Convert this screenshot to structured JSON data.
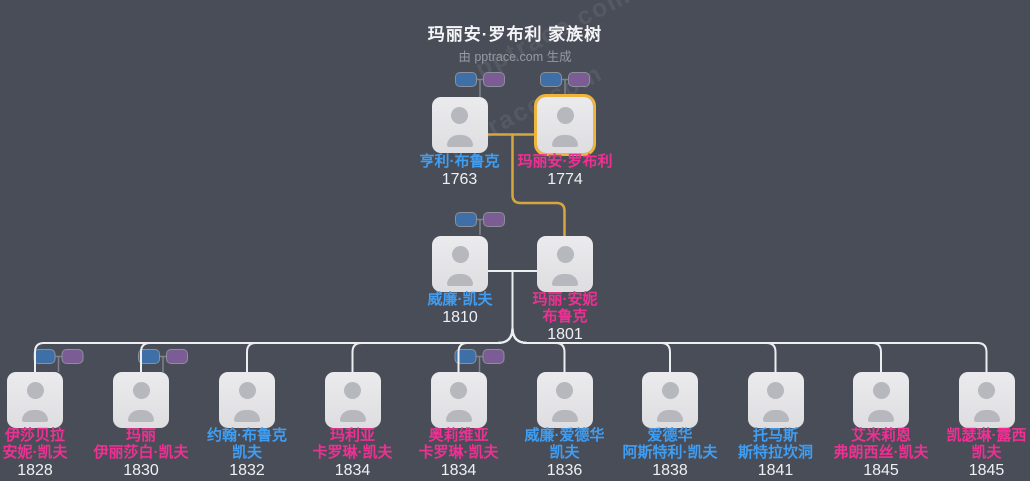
{
  "header": {
    "title": "玛丽安·罗布利 家族树",
    "subtitle": "由 pptrace.com 生成",
    "watermark": "pptrace.com"
  },
  "colors": {
    "background": "#494d57",
    "male": "#3f9df2",
    "female": "#ee3093",
    "year": "#eef0f3",
    "highlight": "#eeb53e",
    "line_white": "#eceef0",
    "line_yellow": "#d7a73e",
    "line_gray": "#7e838d",
    "chip_blue": "#3e6fa6",
    "chip_purple": "#7b5c95",
    "card": "#e6e6e9"
  },
  "generations": {
    "grandparents": [
      {
        "name_lines": [
          "亨利·布鲁克"
        ],
        "year": "1763",
        "gender": "male",
        "highlighted": false
      },
      {
        "name_lines": [
          "玛丽安·罗布利"
        ],
        "year": "1774",
        "gender": "female",
        "highlighted": true
      }
    ],
    "parents": [
      {
        "name_lines": [
          "威廉·凯夫"
        ],
        "year": "1810",
        "gender": "male"
      },
      {
        "name_lines": [
          "玛丽·安妮",
          "布鲁克"
        ],
        "year": "1801",
        "gender": "female"
      }
    ],
    "children": [
      {
        "name_lines": [
          "伊莎贝拉",
          "安妮·凯夫"
        ],
        "year": "1828",
        "gender": "female"
      },
      {
        "name_lines": [
          "玛丽",
          "伊丽莎白·凯夫"
        ],
        "year": "1830",
        "gender": "female"
      },
      {
        "name_lines": [
          "约翰·布鲁克",
          "凯夫"
        ],
        "year": "1832",
        "gender": "male"
      },
      {
        "name_lines": [
          "玛利亚",
          "卡罗琳·凯夫"
        ],
        "year": "1834",
        "gender": "female"
      },
      {
        "name_lines": [
          "奥莉维亚",
          "卡罗琳·凯夫"
        ],
        "year": "1834",
        "gender": "female"
      },
      {
        "name_lines": [
          "威廉·爱德华",
          "凯夫"
        ],
        "year": "1836",
        "gender": "male"
      },
      {
        "name_lines": [
          "爱德华",
          "阿斯特利·凯夫"
        ],
        "year": "1838",
        "gender": "male"
      },
      {
        "name_lines": [
          "托马斯",
          "斯特拉坎洞"
        ],
        "year": "1841",
        "gender": "male"
      },
      {
        "name_lines": [
          "艾米莉恩",
          "弗朗西丝·凯夫"
        ],
        "year": "1845",
        "gender": "female"
      },
      {
        "name_lines": [
          "凯瑟琳·露西",
          "凯夫"
        ],
        "year": "1845",
        "gender": "female"
      }
    ]
  }
}
